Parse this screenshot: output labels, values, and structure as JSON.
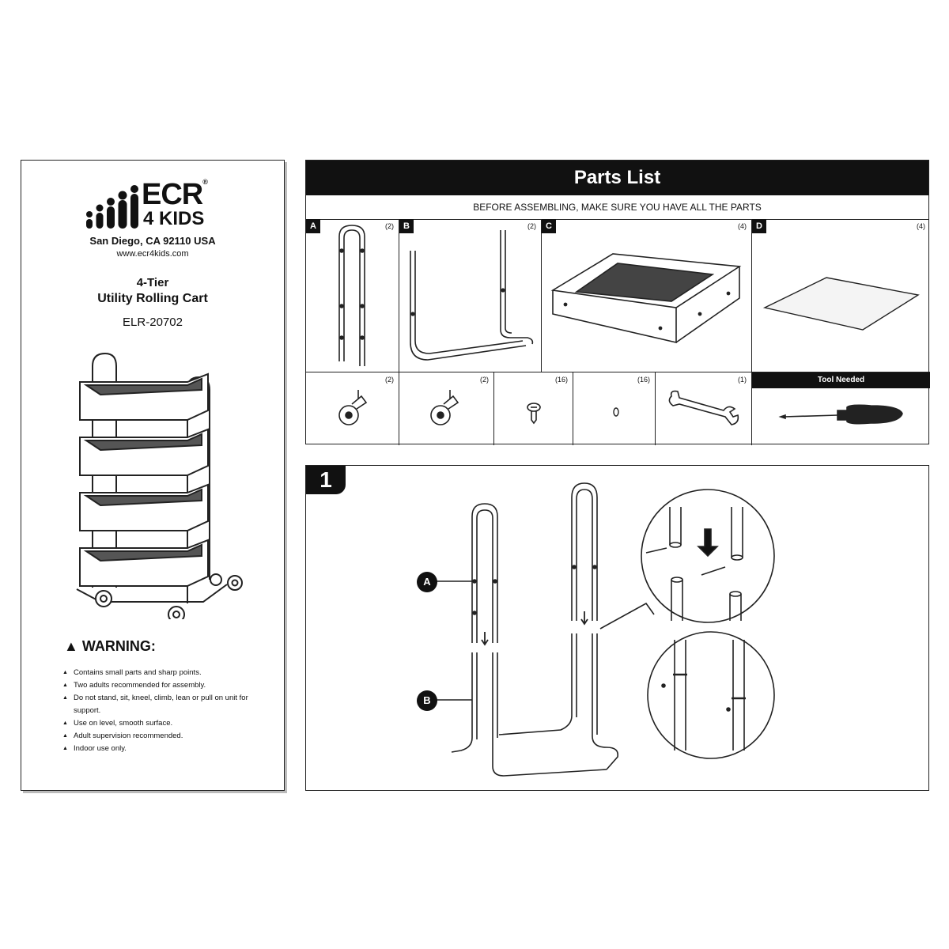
{
  "cover": {
    "brand_line1": "ECR",
    "brand_reg": "®",
    "brand_line2": "4 KIDS",
    "address": "San Diego, CA 92110 USA",
    "website": "www.ecr4kids.com",
    "product_line1": "4-Tier",
    "product_line2": "Utility Rolling Cart",
    "model": "ELR-20702",
    "warning_title": "WARNING:",
    "warnings": [
      "Contains small parts and sharp points.",
      "Two adults recommended for assembly.",
      "Do not stand, sit, kneel, climb, lean or pull on unit for support.",
      "Use on level, smooth surface.",
      "Adult supervision recommended.",
      "Indoor use only."
    ]
  },
  "parts_list": {
    "title": "Parts List",
    "subtitle": "BEFORE ASSEMBLING, MAKE SURE YOU HAVE ALL THE PARTS",
    "top_parts": [
      {
        "letter": "A",
        "qty": "(2)"
      },
      {
        "letter": "B",
        "qty": "(2)"
      },
      {
        "letter": "C",
        "qty": "(4)"
      },
      {
        "letter": "D",
        "qty": "(4)"
      }
    ],
    "hardware": [
      {
        "qty": "(2)"
      },
      {
        "qty": "(2)"
      },
      {
        "qty": "(16)"
      },
      {
        "qty": "(16)"
      },
      {
        "qty": "(1)"
      }
    ],
    "tool_needed_label": "Tool Needed"
  },
  "step1": {
    "number": "1",
    "callout_a": "A",
    "callout_b": "B"
  }
}
